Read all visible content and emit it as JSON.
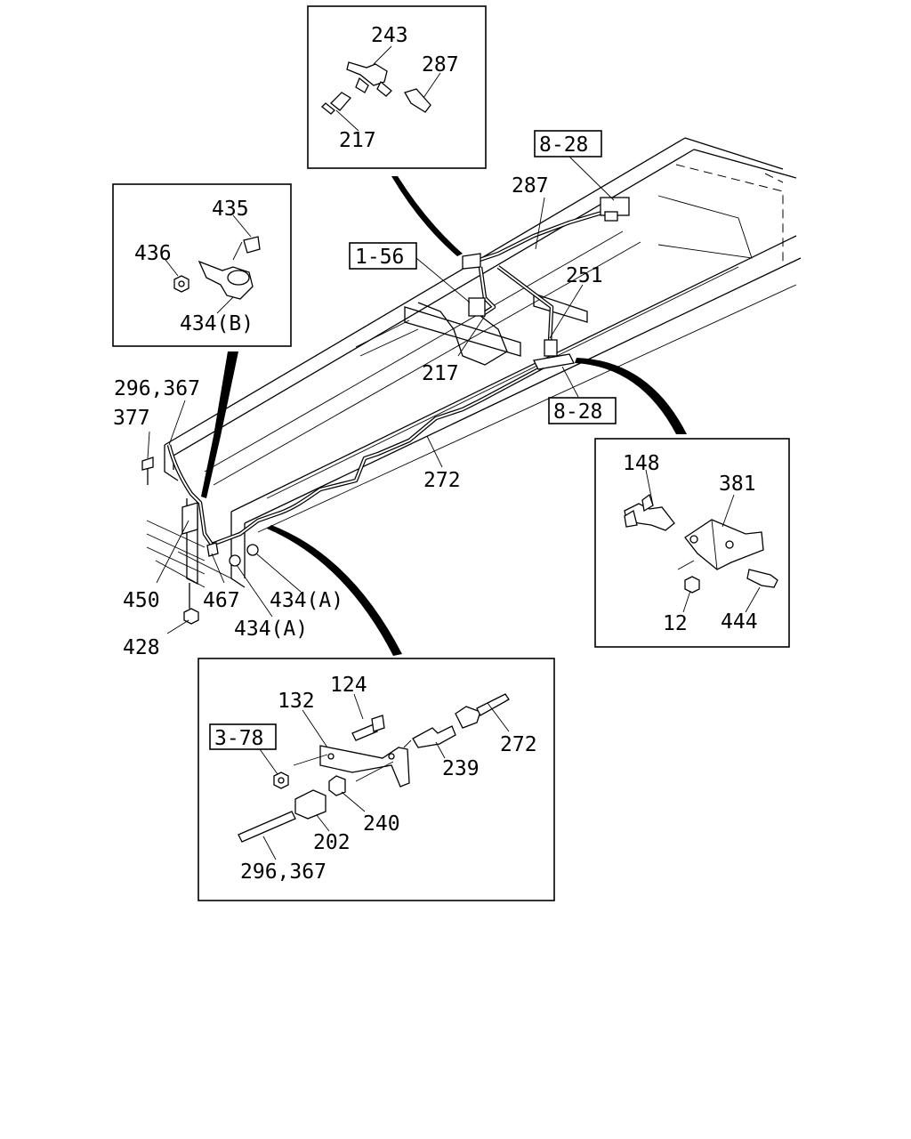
{
  "callouts": {
    "c243": "243",
    "c287a": "287",
    "c217a": "217",
    "c435": "435",
    "c436": "436",
    "c434b": "434(B)",
    "ref828a": "8-28",
    "c287b": "287",
    "ref156": "1-56",
    "c251": "251",
    "c217b": "217",
    "ref828b": "8-28",
    "c272a": "272",
    "c296a": "296,367",
    "c377": "377",
    "c450": "450",
    "c467": "467",
    "c434a1": "434(A)",
    "c434a2": "434(A)",
    "c428": "428",
    "c148": "148",
    "c381": "381",
    "c12": "12",
    "c444": "444",
    "c124": "124",
    "c132": "132",
    "ref378": "3-78",
    "c272b": "272",
    "c239": "239",
    "c240": "240",
    "c202": "202",
    "c296b": "296,367"
  }
}
